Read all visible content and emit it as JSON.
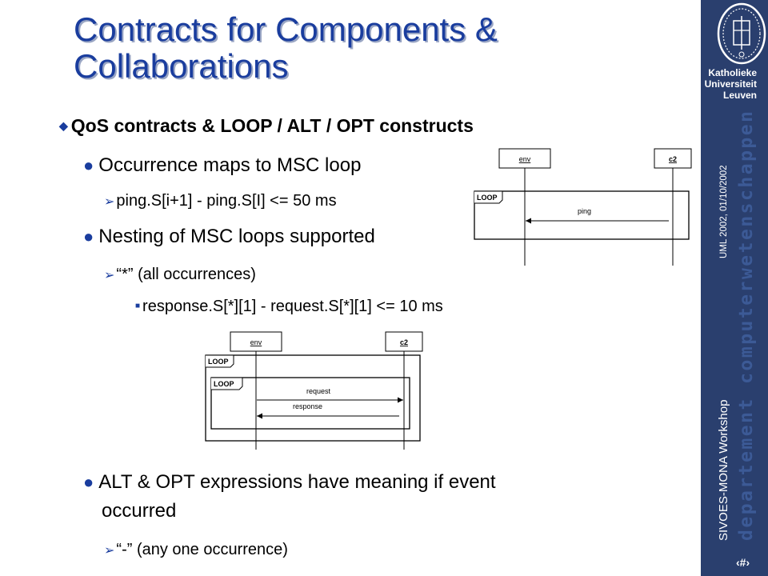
{
  "slide": {
    "title_line1": "Contracts for Components &",
    "title_line2": "Collaborations",
    "bullets": {
      "b1": "QoS contracts & LOOP / ALT / OPT constructs",
      "b1_1": "Occurrence maps to MSC loop",
      "b1_1_1": "ping.S[i+1] - ping.S[I] <= 50 ms",
      "b1_2": "Nesting of MSC loops supported",
      "b1_2_1": "“*” (all occurrences)",
      "b1_2_1_1": "response.S[*][1] - request.S[*][1] <= 10 ms",
      "b1_3_line1": "ALT & OPT expressions have meaning if event",
      "b1_3_line2": "occurred",
      "b1_3_1": "“-” (any one occurrence)"
    }
  },
  "diagram1": {
    "instance_left": "env",
    "instance_right": "c2",
    "frame_label": "LOOP",
    "message": "ping"
  },
  "diagram2": {
    "instance_left": "env",
    "instance_right": "c2",
    "outer_label": "LOOP",
    "inner_label": "LOOP",
    "message1": "request",
    "message2": "response"
  },
  "sidebar": {
    "university_line1": "Katholieke",
    "university_line2": "Universiteit",
    "university_line3": "Leuven",
    "department": "departement computerwetenschappen",
    "event": "UML 2002, 01/10/2002",
    "workshop": "SIVOES-MONA Workshop",
    "page_number": "‹#›"
  },
  "icons": {
    "seal": "university-seal-icon",
    "bullet_diamond": "diamond-bullet-icon",
    "bullet_disc": "disc-bullet-icon",
    "bullet_arrow": "arrow-bullet-icon",
    "bullet_square": "square-bullet-icon"
  },
  "colors": {
    "sidebar": "#2a3f6e",
    "title": "#1a3d9e",
    "department": "#3c5a96"
  }
}
